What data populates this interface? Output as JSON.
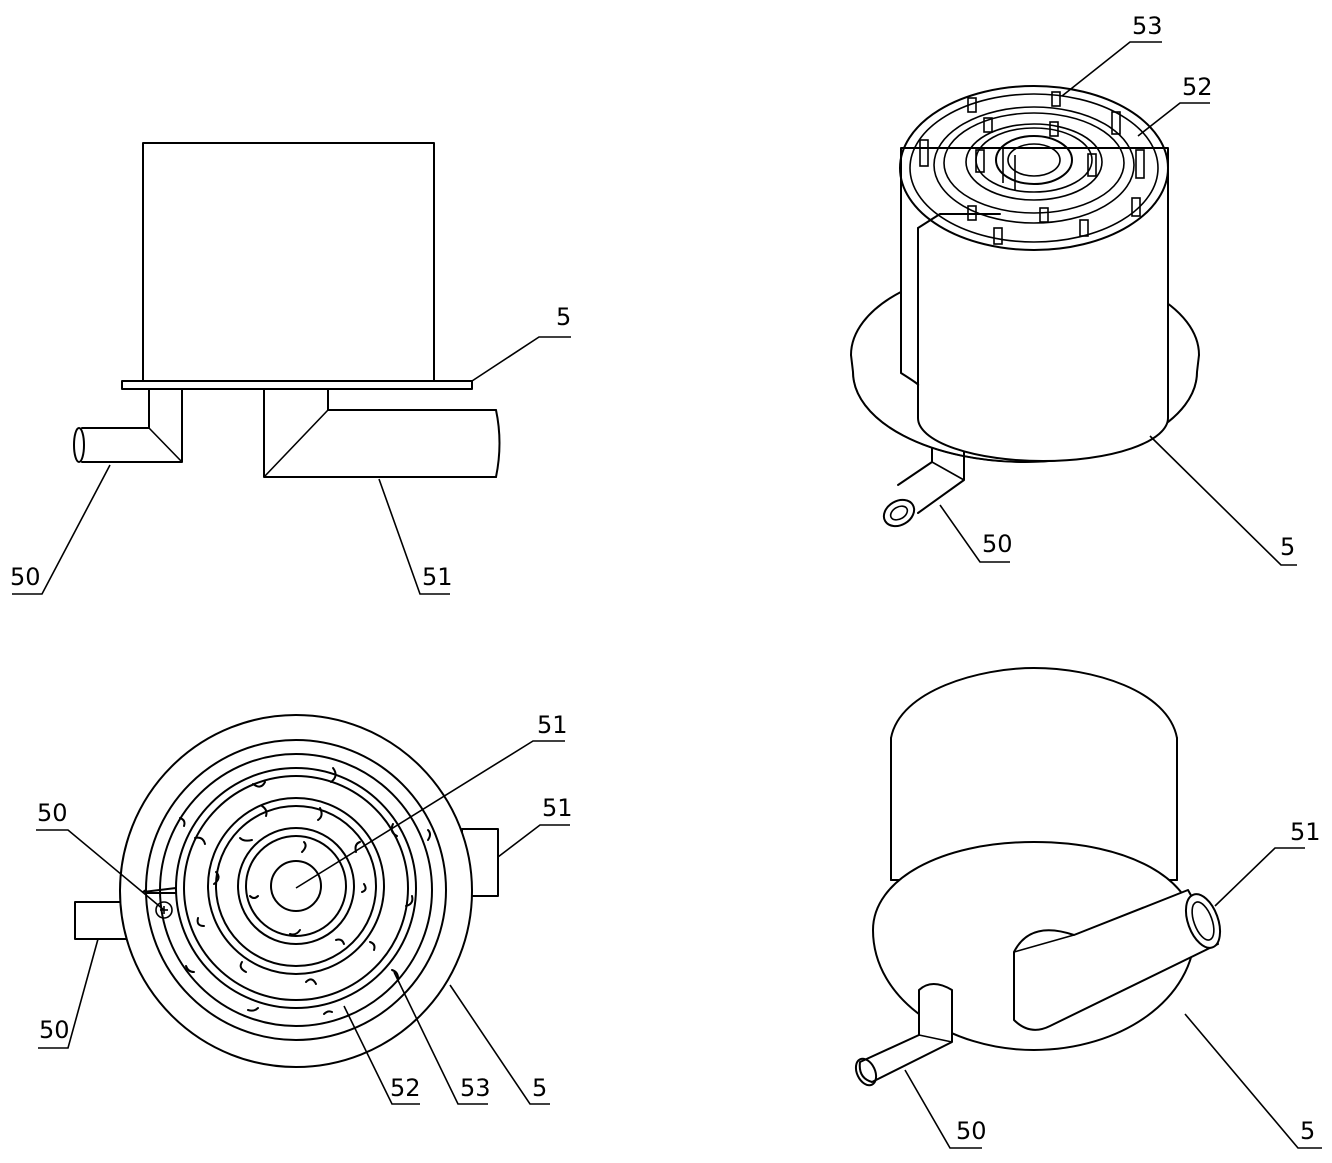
{
  "figures": [
    {
      "id": "front-view",
      "labels": {
        "plate": "5",
        "inlet_pipe": "50",
        "outlet_pipe": "51"
      }
    },
    {
      "id": "top-isometric",
      "labels": {
        "blade": "53",
        "channel": "52",
        "plate": "5",
        "inlet_pipe": "50"
      }
    },
    {
      "id": "bottom-view",
      "labels": {
        "center_outlet": "51",
        "side_outlet": "51",
        "inlet_pipe": "50",
        "channel": "52",
        "blade": "53",
        "plate": "5"
      }
    },
    {
      "id": "bottom-isometric",
      "labels": {
        "outlet_pipe": "51",
        "plate": "5",
        "inlet_pipe": "50"
      }
    }
  ],
  "colors": {
    "line": "#000000",
    "background": "#ffffff"
  }
}
